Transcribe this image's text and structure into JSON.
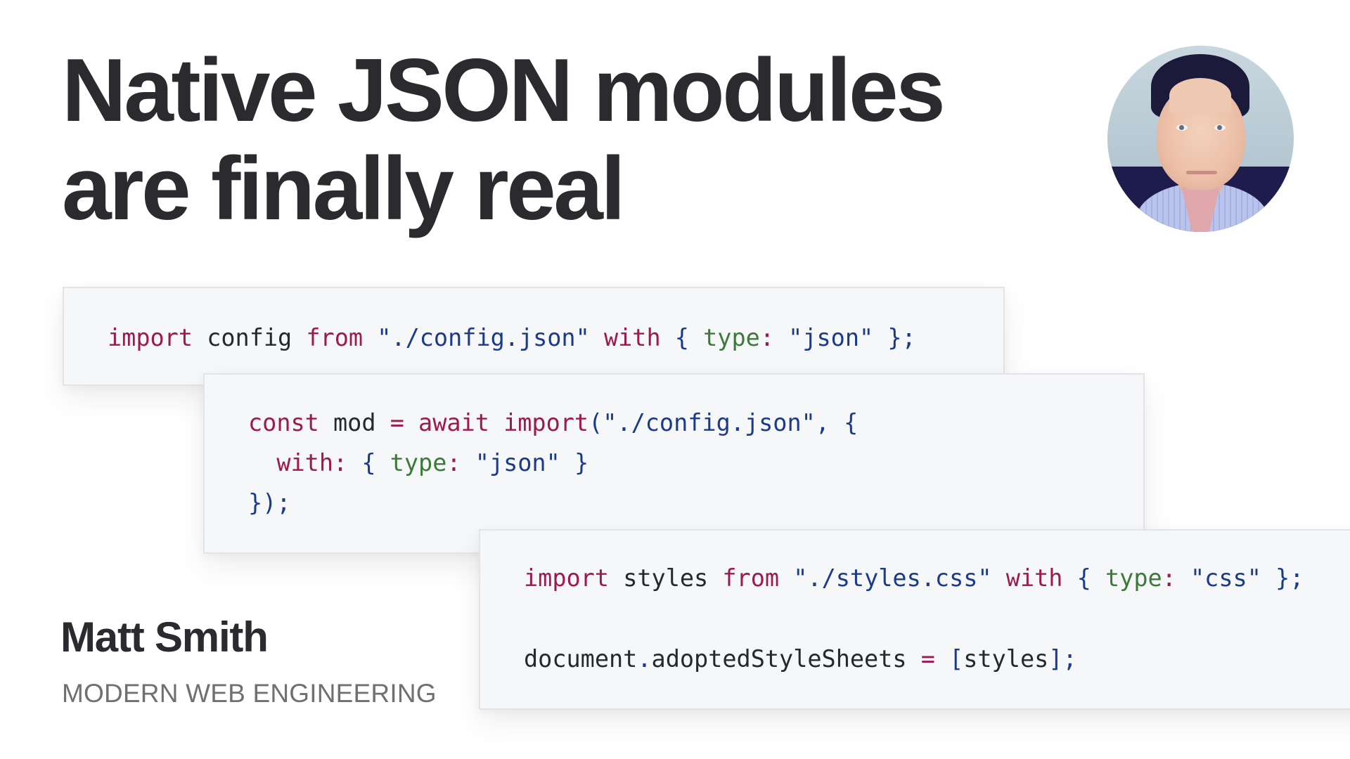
{
  "slide": {
    "title": {
      "line1": "Native JSON modules",
      "line2": "are finally real"
    },
    "avatar": {
      "icon": "author-photo",
      "alt": "Matt Smith portrait"
    },
    "code_blocks": [
      {
        "lines": [
          [
            {
              "t": "import",
              "k": "kw"
            },
            {
              "t": " ",
              "k": "id"
            },
            {
              "t": "config",
              "k": "id"
            },
            {
              "t": " ",
              "k": "id"
            },
            {
              "t": "from",
              "k": "kw"
            },
            {
              "t": " ",
              "k": "id"
            },
            {
              "t": "\"./config.json\"",
              "k": "str"
            },
            {
              "t": " ",
              "k": "id"
            },
            {
              "t": "with",
              "k": "kw"
            },
            {
              "t": " ",
              "k": "id"
            },
            {
              "t": "{",
              "k": "pn"
            },
            {
              "t": " ",
              "k": "id"
            },
            {
              "t": "type",
              "k": "prop"
            },
            {
              "t": ":",
              "k": "op"
            },
            {
              "t": " ",
              "k": "id"
            },
            {
              "t": "\"json\"",
              "k": "str"
            },
            {
              "t": " ",
              "k": "id"
            },
            {
              "t": "};",
              "k": "pn"
            }
          ]
        ]
      },
      {
        "lines": [
          [
            {
              "t": "const",
              "k": "kw"
            },
            {
              "t": " ",
              "k": "id"
            },
            {
              "t": "mod",
              "k": "id"
            },
            {
              "t": " ",
              "k": "id"
            },
            {
              "t": "=",
              "k": "op"
            },
            {
              "t": " ",
              "k": "id"
            },
            {
              "t": "await",
              "k": "kw"
            },
            {
              "t": " ",
              "k": "id"
            },
            {
              "t": "import",
              "k": "kw"
            },
            {
              "t": "(",
              "k": "pn"
            },
            {
              "t": "\"./config.json\"",
              "k": "str"
            },
            {
              "t": ",",
              "k": "pn"
            },
            {
              "t": " ",
              "k": "id"
            },
            {
              "t": "{",
              "k": "pn"
            }
          ],
          [
            {
              "t": "  ",
              "k": "id"
            },
            {
              "t": "with",
              "k": "kw"
            },
            {
              "t": ":",
              "k": "op"
            },
            {
              "t": " ",
              "k": "id"
            },
            {
              "t": "{",
              "k": "pn"
            },
            {
              "t": " ",
              "k": "id"
            },
            {
              "t": "type",
              "k": "prop"
            },
            {
              "t": ":",
              "k": "op"
            },
            {
              "t": " ",
              "k": "id"
            },
            {
              "t": "\"json\"",
              "k": "str"
            },
            {
              "t": " ",
              "k": "id"
            },
            {
              "t": "}",
              "k": "pn"
            }
          ],
          [
            {
              "t": "});",
              "k": "pn"
            }
          ]
        ]
      },
      {
        "lines": [
          [
            {
              "t": "import",
              "k": "kw"
            },
            {
              "t": " ",
              "k": "id"
            },
            {
              "t": "styles",
              "k": "id"
            },
            {
              "t": " ",
              "k": "id"
            },
            {
              "t": "from",
              "k": "kw"
            },
            {
              "t": " ",
              "k": "id"
            },
            {
              "t": "\"./styles.css\"",
              "k": "str"
            },
            {
              "t": " ",
              "k": "id"
            },
            {
              "t": "with",
              "k": "kw"
            },
            {
              "t": " ",
              "k": "id"
            },
            {
              "t": "{",
              "k": "pn"
            },
            {
              "t": " ",
              "k": "id"
            },
            {
              "t": "type",
              "k": "prop"
            },
            {
              "t": ":",
              "k": "op"
            },
            {
              "t": " ",
              "k": "id"
            },
            {
              "t": "\"css\"",
              "k": "str"
            },
            {
              "t": " ",
              "k": "id"
            },
            {
              "t": "};",
              "k": "pn"
            }
          ],
          [
            {
              "t": "document",
              "k": "id"
            },
            {
              "t": ".",
              "k": "pn"
            },
            {
              "t": "adoptedStyleSheets",
              "k": "id"
            },
            {
              "t": " ",
              "k": "id"
            },
            {
              "t": "=",
              "k": "op"
            },
            {
              "t": " ",
              "k": "id"
            },
            {
              "t": "[",
              "k": "pn"
            },
            {
              "t": "styles",
              "k": "id"
            },
            {
              "t": "];",
              "k": "pn"
            }
          ]
        ]
      }
    ],
    "author": {
      "name": "Matt Smith",
      "tagline": "MODERN WEB ENGINEERING"
    },
    "colors": {
      "title": "#2a2a2f",
      "tagline": "#707070",
      "code_bg": "#f6f7f9",
      "code_border": "#e3e4e8",
      "keyword": "#9b1b50",
      "string": "#1b3a8a",
      "property": "#3c7a3a",
      "identifier": "#24292e"
    }
  }
}
